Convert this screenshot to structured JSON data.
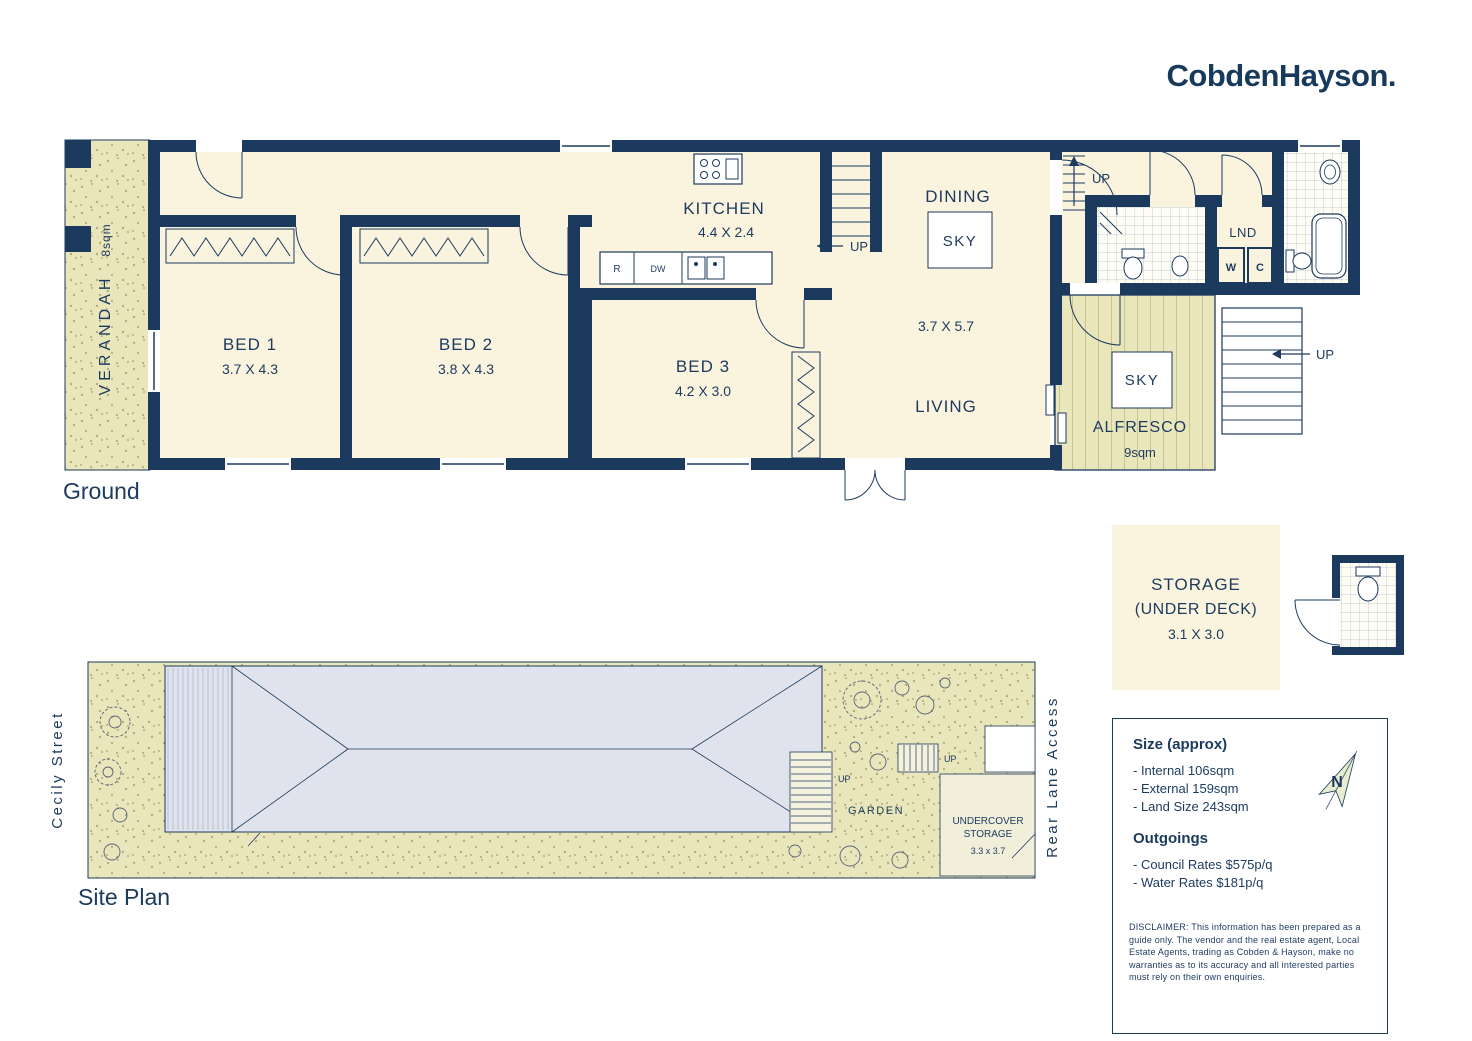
{
  "brand": {
    "logo": "CobdenHayson."
  },
  "ground_floor": {
    "title": "Ground",
    "verandah": {
      "name": "VERANDAH",
      "area": "8sqm"
    },
    "bed1": {
      "name": "BED 1",
      "dims": "3.7 X 4.3"
    },
    "bed2": {
      "name": "BED 2",
      "dims": "3.8 X 4.3"
    },
    "bed3": {
      "name": "BED 3",
      "dims": "4.2 X 3.0"
    },
    "kitchen": {
      "name": "KITCHEN",
      "dims": "4.4 X 2.4"
    },
    "dining": {
      "name": "DINING"
    },
    "living": {
      "name": "LIVING",
      "dims": "3.7 X 5.7"
    },
    "laundry": {
      "name": "LND",
      "washer": "W",
      "cupboard": "C"
    },
    "alfresco": {
      "name": "ALFRESCO",
      "area": "9sqm"
    },
    "skylight": "SKY",
    "up": "UP",
    "fridge": "R",
    "dishwasher": "DW"
  },
  "storage": {
    "line1": "STORAGE",
    "line2": "(UNDER DECK)",
    "dims": "3.1 X 3.0"
  },
  "site_plan": {
    "title": "Site Plan",
    "street": "Cecily Street",
    "rear_access": "Rear Lane Access",
    "garden": "GARDEN",
    "undercover_line1": "UNDERCOVER",
    "undercover_line2": "STORAGE",
    "undercover_dims": "3.3 x 3.7",
    "up": "UP"
  },
  "info": {
    "size_title": "Size (approx)",
    "size_items": [
      "- Internal 106sqm",
      "- External 159sqm",
      "- Land Size 243sqm"
    ],
    "outgoings_title": "Outgoings",
    "outgoings_items": [
      "- Council Rates $575p/q",
      "- Water Rates $181p/q"
    ],
    "north": "N",
    "disclaimer": "DISCLAIMER: This information has been prepared as a guide only. The vendor and the real estate agent, Local Estate Agents, trading as Cobden & Hayson, make no warranties as to its accuracy and all interested parties must rely on their own enquiries."
  },
  "colors": {
    "navy": "#1c3a5e",
    "cream": "#faf4df",
    "green": "#e9e6bb",
    "roof": "#e0e3ed"
  }
}
